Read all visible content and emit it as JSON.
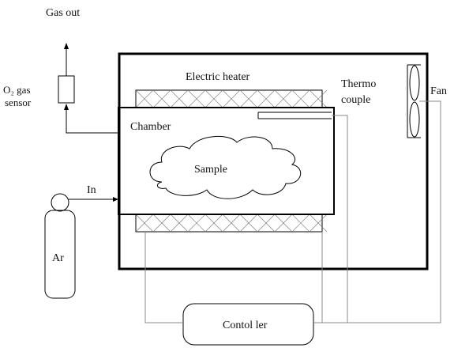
{
  "labels": {
    "gas_out": "Gas out",
    "o2_sensor_line1": "O₂ gas",
    "o2_sensor_line2": "sensor",
    "electric_heater": "Electric heater",
    "thermocouple_line1": "Thermo",
    "thermocouple_line2": "couple",
    "fan": "Fan",
    "chamber": "Chamber",
    "sample": "Sample",
    "in": "In",
    "ar": "Ar",
    "controller": "Contol ler"
  },
  "colors": {
    "line": "#000000",
    "wire": "#888888",
    "background": "#ffffff"
  }
}
